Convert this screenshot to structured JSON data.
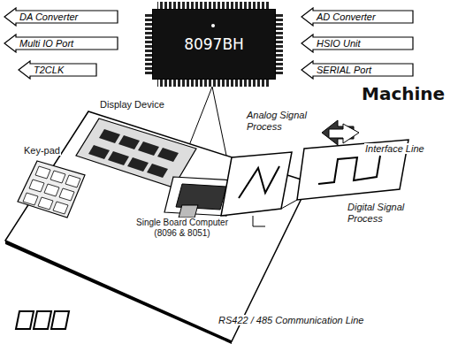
{
  "diagram": {
    "nodes": [
      {
        "text": [
          "8097BH"
        ]
      },
      {
        "text": [
          "DA Converter"
        ]
      },
      {
        "text": [
          "Multi IO Port"
        ]
      },
      {
        "text": [
          "T2CLK"
        ]
      },
      {
        "text": [
          "AD Converter"
        ]
      },
      {
        "text": [
          "HSIO Unit"
        ]
      },
      {
        "text": [
          "SERIAL Port"
        ]
      }
    ],
    "labels": [
      "Machine",
      "Interface Line",
      "Analog Signal Process",
      "Digital Signal Process",
      "Display Device",
      "Key-pad",
      "Single Board Computer (8096 & 8051)",
      "RS422 / 485 Communication Line"
    ]
  }
}
